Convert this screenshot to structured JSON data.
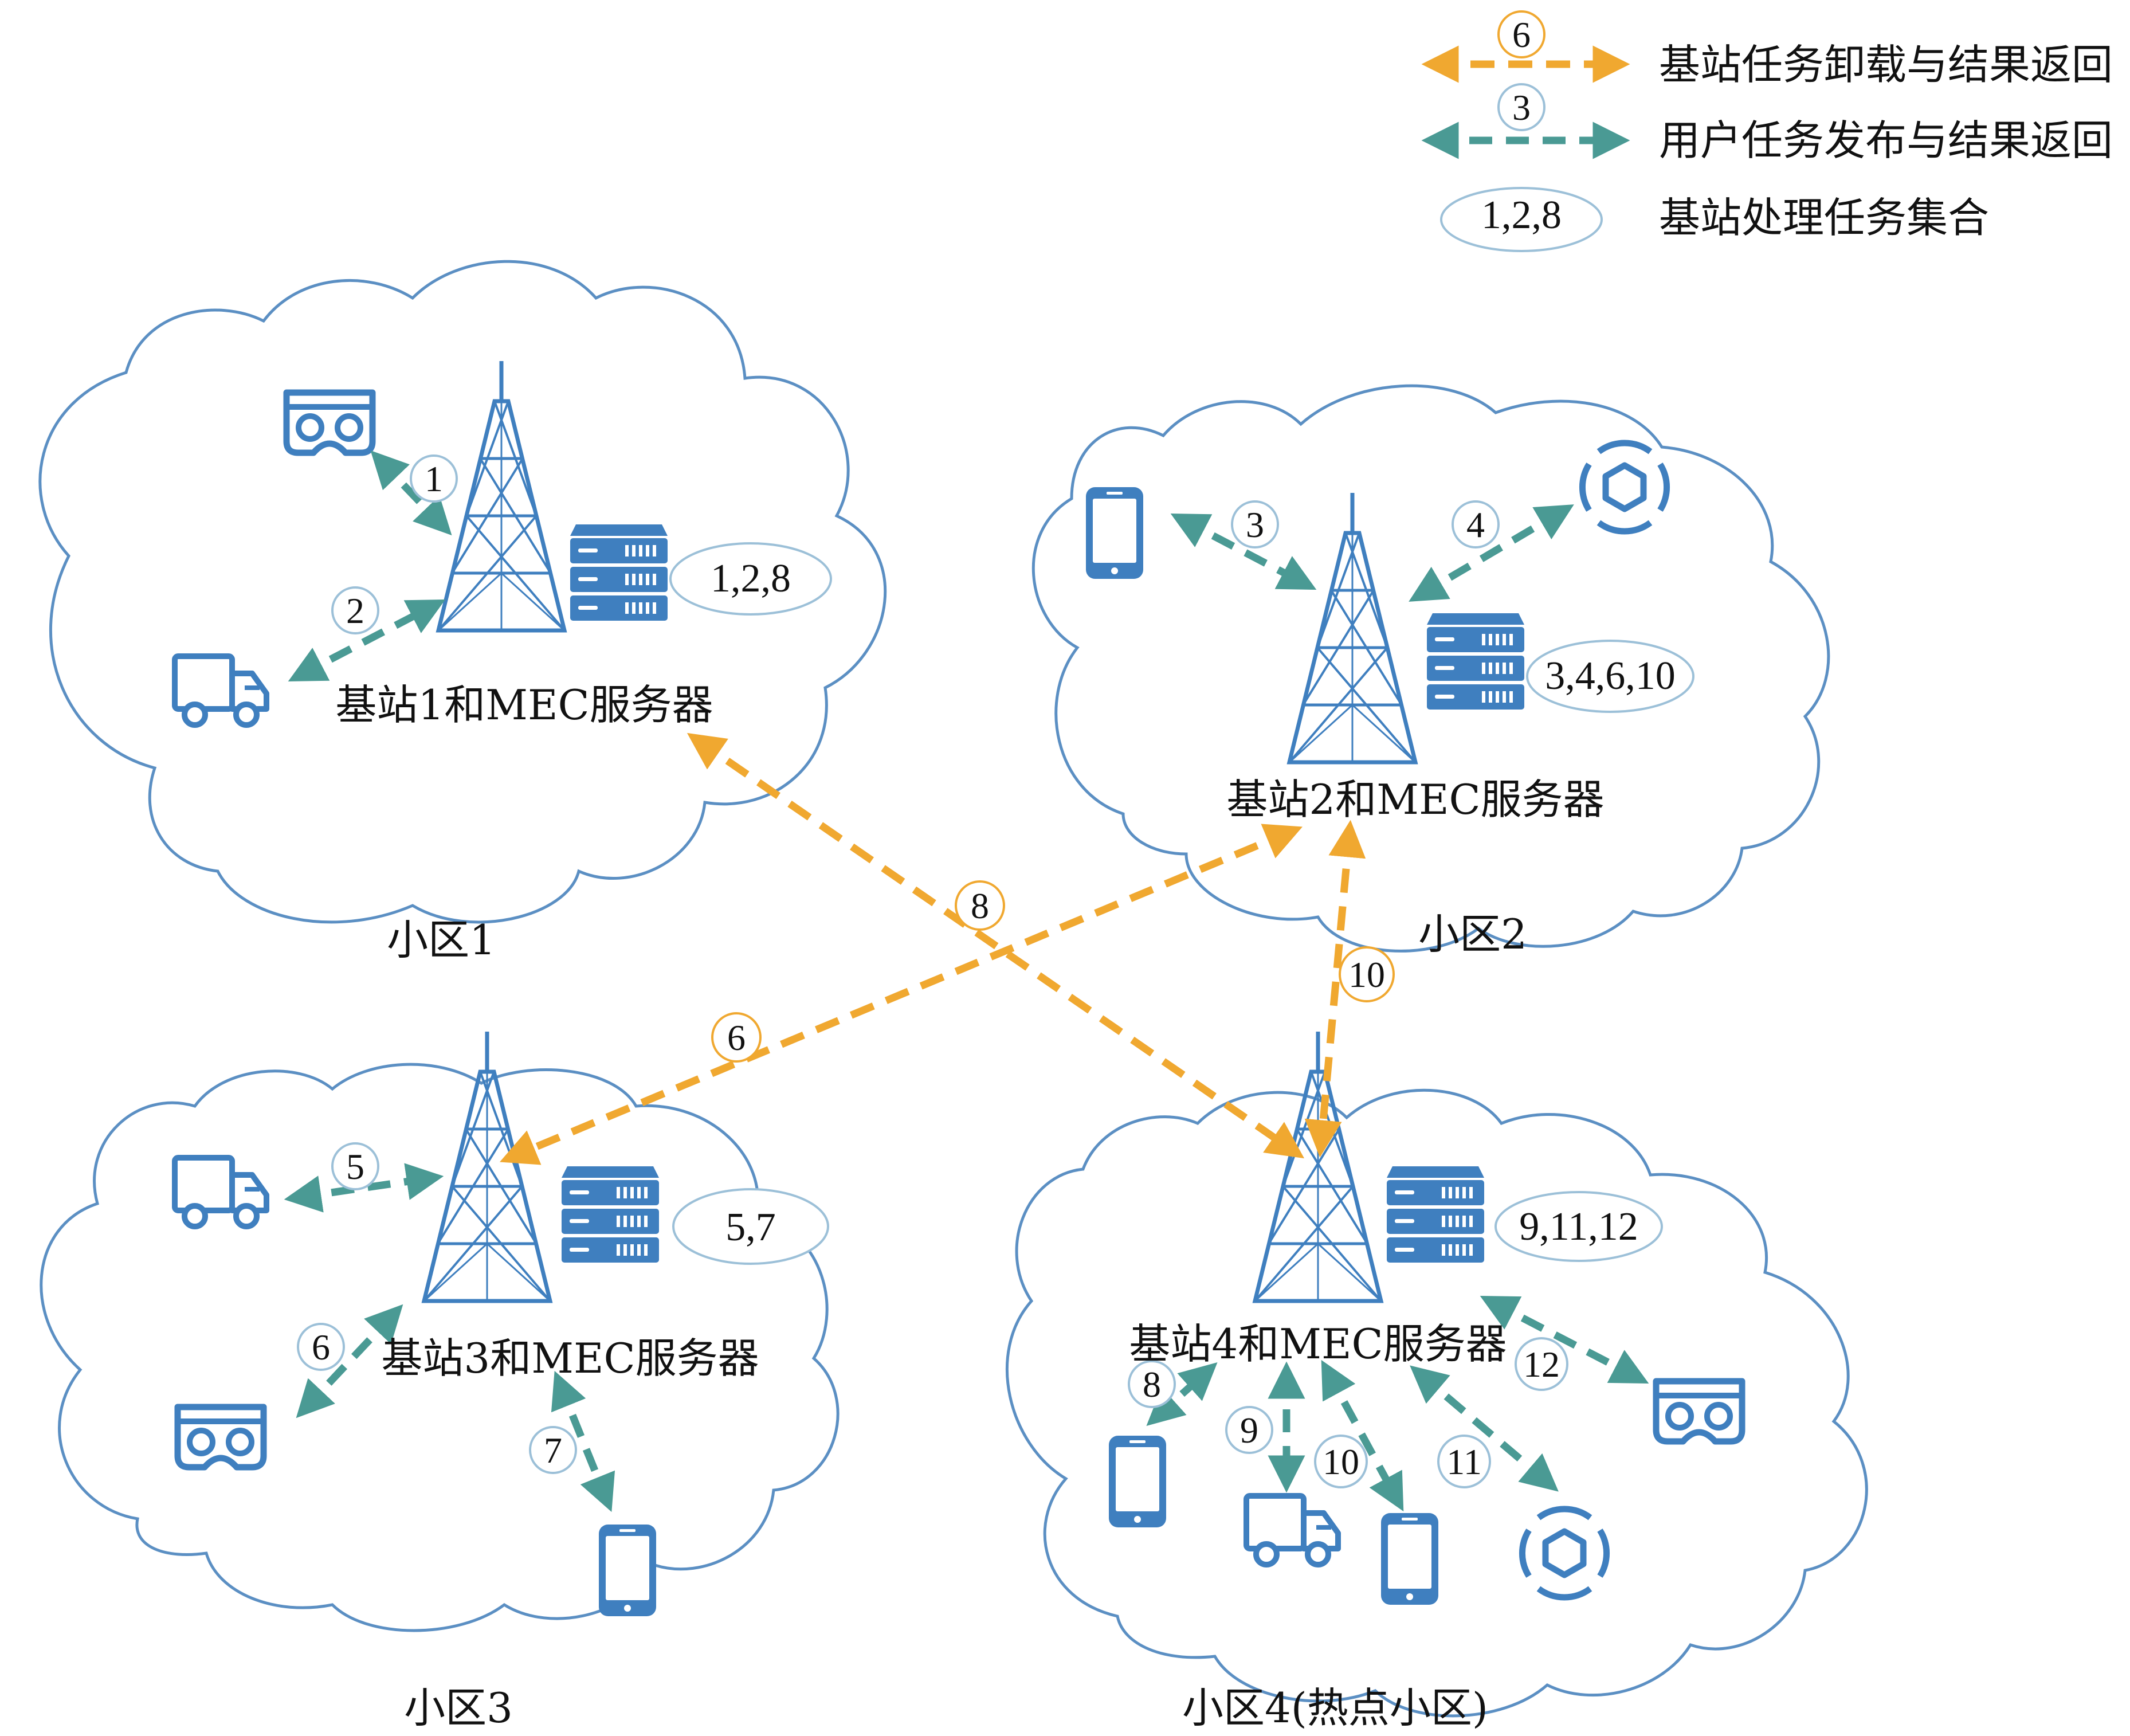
{
  "legend": {
    "offload_badge": "6",
    "offload_label": "基站任务卸载与结果返回",
    "user_badge": "3",
    "user_label": "用户任务发布与结果返回",
    "set_badge": "1,2,8",
    "set_label": "基站处理任务集合"
  },
  "colors": {
    "cloud_stroke": "#5b8fc3",
    "device": "#3f7fbf",
    "tower": "#3f7fbf",
    "offload_arrow": "#f0a830",
    "user_arrow": "#4a9a94",
    "badge_stroke_offload": "#f0a830",
    "badge_stroke_user": "#9cc0d8"
  },
  "cells": {
    "c1": {
      "name": "小区1",
      "station": "基站1和MEC服务器",
      "tasks": "1,2,8"
    },
    "c2": {
      "name": "小区2",
      "station": "基站2和MEC服务器",
      "tasks": "3,4,6,10"
    },
    "c3": {
      "name": "小区3",
      "station": "基站3和MEC服务器",
      "tasks": "5,7"
    },
    "c4": {
      "name": "小区4(热点小区)",
      "station": "基站4和MEC服务器",
      "tasks": "9,11,12"
    }
  },
  "user_links": {
    "t1": "1",
    "t2": "2",
    "t3": "3",
    "t4": "4",
    "t5": "5",
    "t6": "6",
    "t7": "7",
    "t8": "8",
    "t9": "9",
    "t10": "10",
    "t11": "11",
    "t12": "12"
  },
  "offload_links": {
    "o8": "8",
    "o6": "6",
    "o10": "10"
  },
  "icons": [
    "vr-headset-icon",
    "truck-icon",
    "smartphone-icon",
    "camera-icon",
    "cell-tower-icon",
    "server-rack-icon"
  ]
}
